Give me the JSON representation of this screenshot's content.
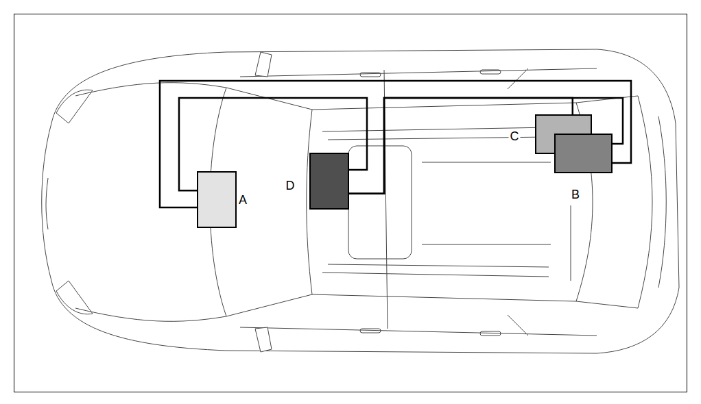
{
  "diagram": {
    "nodes": [
      {
        "text": [
          "A"
        ]
      },
      {
        "text": [
          "D"
        ]
      },
      {
        "text": [
          "C"
        ]
      },
      {
        "text": [
          "B"
        ]
      }
    ],
    "edges": [
      {
        "from": 0,
        "to": 3,
        "arrow": "none"
      },
      {
        "from": 0,
        "to": 1,
        "arrow": "none"
      },
      {
        "from": 1,
        "to": 2,
        "arrow": "none"
      },
      {
        "from": 1,
        "to": 3,
        "arrow": "none"
      }
    ]
  }
}
